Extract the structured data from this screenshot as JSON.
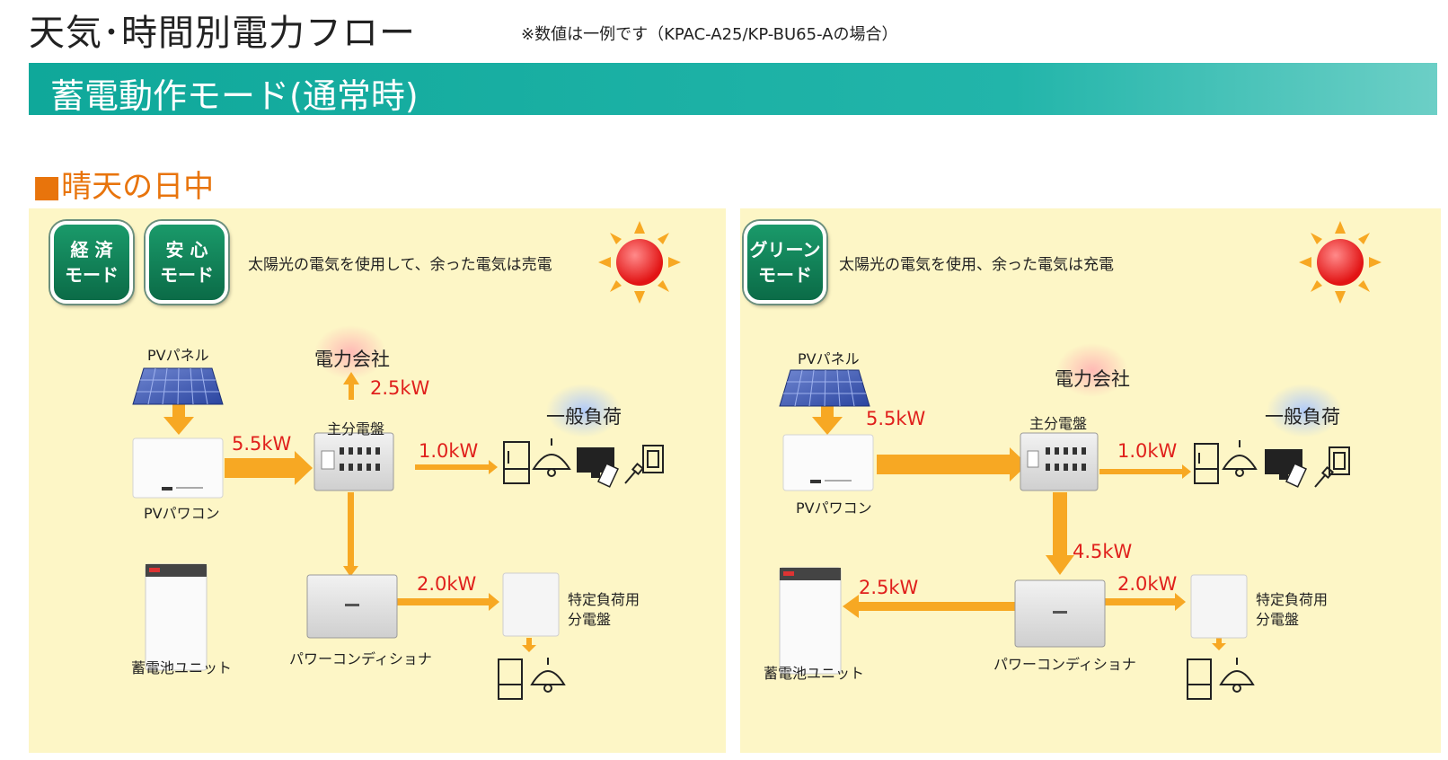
{
  "header": {
    "title": "天気･時間別電力フロー",
    "note": "※数値は一例です（KPAC-A25/KP-BU65-Aの場合）"
  },
  "banner": {
    "label": "蓄電動作モード(通常時)"
  },
  "section": {
    "heading": "■晴天の日中"
  },
  "colors": {
    "banner": "#1fb2a6",
    "panel_bg": "#fdf6c6",
    "arrow": "#f7a823",
    "kw_text": "#e0201c",
    "heading": "#e8740c",
    "badge": "#0e7a52"
  },
  "left_panel": {
    "badges": [
      {
        "line1": "経 済",
        "line2": "モード"
      },
      {
        "line1": "安 心",
        "line2": "モード"
      }
    ],
    "description": "太陽光の電気を使用して、余った電気は売電",
    "labels": {
      "pv_panel": "PVパネル",
      "pv_inverter": "PVパワコン",
      "utility": "電力会社",
      "main_panel": "主分電盤",
      "general_load": "一般負荷",
      "battery": "蓄電池ユニット",
      "power_conditioner": "パワーコンディショナ",
      "specific_panel_line1": "特定負荷用",
      "specific_panel_line2": "分電盤"
    },
    "flows": {
      "pv_to_main": "5.5kW",
      "main_to_utility": "2.5kW",
      "main_to_general": "1.0kW",
      "pcs_to_specific": "2.0kW"
    }
  },
  "right_panel": {
    "badges": [
      {
        "line1": "グリーン",
        "line2": "モード"
      }
    ],
    "description": "太陽光の電気を使用、余った電気は充電",
    "labels": {
      "pv_panel": "PVパネル",
      "pv_inverter": "PVパワコン",
      "utility": "電力会社",
      "main_panel": "主分電盤",
      "general_load": "一般負荷",
      "battery": "蓄電池ユニット",
      "power_conditioner": "パワーコンディショナ",
      "specific_panel_line1": "特定負荷用",
      "specific_panel_line2": "分電盤"
    },
    "flows": {
      "pv_to_main": "5.5kW",
      "main_to_pcs": "4.5kW",
      "pcs_to_battery": "2.5kW",
      "pcs_to_specific": "2.0kW",
      "main_to_general": "1.0kW"
    }
  }
}
